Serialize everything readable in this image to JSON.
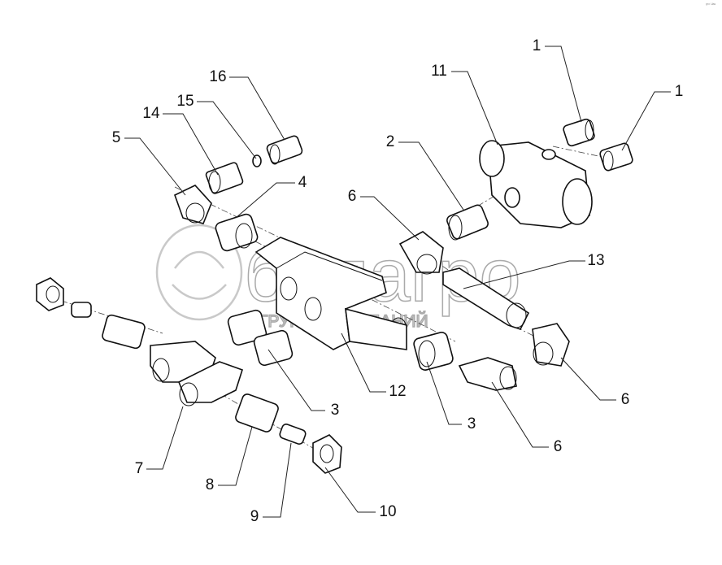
{
  "diagram": {
    "corner_mark": "ᵍʳᵒ ᵁᵃᵉ",
    "watermark": {
      "brand": "белагро",
      "subtitle": "ГРУППА КОМПАНИЙ"
    },
    "callouts": [
      "1",
      "1",
      "11",
      "16",
      "15",
      "14",
      "5",
      "4",
      "2",
      "6",
      "13",
      "3",
      "12",
      "3",
      "6",
      "6",
      "7",
      "8",
      "9",
      "10"
    ]
  }
}
